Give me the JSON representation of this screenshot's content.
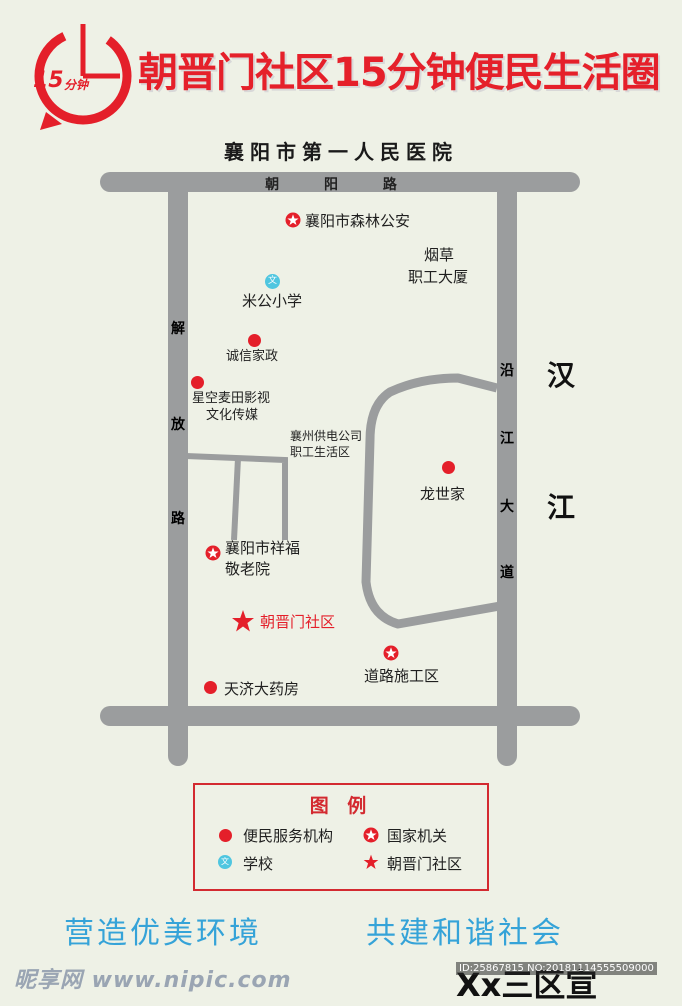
{
  "header": {
    "logo_number": "15",
    "logo_unit": "分钟",
    "title": "朝晋门社区15分钟便民生活圈"
  },
  "map": {
    "top_label": "襄阳市第一人民医院",
    "roads": {
      "top": "朝 阳 路",
      "left": [
        "解",
        "放",
        "路"
      ],
      "right": [
        "沿",
        "江",
        "大",
        "道"
      ]
    },
    "river": [
      "汉",
      "江"
    ],
    "pois": {
      "forest_police": "襄阳市森林公安",
      "tobacco_line1": "烟草",
      "tobacco_line2": "职工大厦",
      "school": "米公小学",
      "chengxin": "诚信家政",
      "xingkong_line1": "星空麦田影视",
      "xingkong_line2": "文化传媒",
      "power_line1": "襄州供电公司",
      "power_line2": "职工生活区",
      "longshijia": "龙世家",
      "nursing_line1": "襄阳市祥福",
      "nursing_line2": "敬老院",
      "community": "朝晋门社区",
      "roadwork": "道路施工区",
      "pharmacy": "天济大药房"
    },
    "school_glyph": "文"
  },
  "legend": {
    "title": "图 例",
    "items": {
      "service": "便民服务机构",
      "government": "国家机关",
      "school": "学校",
      "community": "朝晋门社区"
    }
  },
  "slogan": {
    "left": "营造优美环境",
    "right": "共建和谐社会"
  },
  "watermark": {
    "site": "昵享网 www.nipic.com",
    "id": "ID:25867815 NO:20181114555509000"
  },
  "signature": "Xx三区宣",
  "colors": {
    "accent_red": "#e41f2a",
    "road_gray": "#9b9d9e",
    "school_cyan": "#4fc6e0",
    "slogan_blue": "#35a3d8",
    "background": "#eef1e6"
  }
}
